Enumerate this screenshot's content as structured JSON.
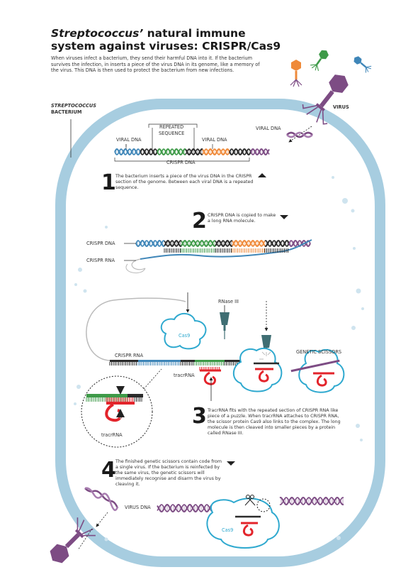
{
  "header": {
    "title_italic": "Streptococcus’",
    "title_rest": " natural immune system against viruses: CRISPR/Cas9",
    "intro": "When viruses infect a bacterium, they send their harmful DNA into it. If the bacterium survives the infection, in inserts a piece of the virus DNA in its genome, like a memory of the virus. This DNA is then used to protect the bacterium from new infections."
  },
  "labels": {
    "bacterium_line1": "STREPTOCOCCUS",
    "bacterium_line2": "BACTERIUM",
    "virus": "VIRUS",
    "repeated_sequence_1": "REPEATED",
    "repeated_sequence_2": "SEQUENCE",
    "viral_dna_left": "VIRAL DNA",
    "viral_dna_right": "VIRAL DNA",
    "viral_dna_incoming": "VIRAL DNA",
    "crispr_dna_bracket": "CRISPR DNA",
    "crispr_dna_row": "CRISPR DNA",
    "crispr_rna_row": "CRISPR RNA",
    "rnase": "RNase III",
    "cas9_top": "Cas9",
    "crispr_rna_complex": "CRISPR RNA",
    "tracrrna_complex": "tracrRNA",
    "tracrrna_zoom": "tracrRNA",
    "genetic_scissors": "GENETIC SCISSORS",
    "virus_dna_step4": "VIRUS DNA",
    "cas9_bottom": "Cas9"
  },
  "steps": [
    {
      "number": "1",
      "text": "The bacterium inserts a piece of the virus DNA in the CRISPR section of the genome. Between each viral DNA is a repeated sequence."
    },
    {
      "number": "2",
      "text": "CRISPR DNA is copied to make a long RNA molecule."
    },
    {
      "number": "3",
      "text": "TracrRNA fits with the repeated section of CRISPR RNA like piece of a puzzle. When tracrRNA attaches to CRISPR RNA, the scissor protein Cas9 also links to the complex. The long molecule is then cleaved into smaller pieces by a protein called RNase III."
    },
    {
      "number": "4",
      "text": "The finished genetic scissors contain code from a single virus. If the bacterium is reinfected by the same virus, the genetic scissors will immediately recognise and disarm the virus by cleaving it."
    }
  ],
  "colors": {
    "membrane": "#9cc6db",
    "cytoplasm": "#ffffff",
    "viral_blue": "#3f86b8",
    "viral_green": "#3e9a48",
    "viral_orange": "#ef8a3a",
    "repeat_black": "#2b2b2b",
    "virus_purple": "#7d4c84",
    "tracr_red": "#e3242b",
    "cas9_cyan": "#2fa9cf",
    "rnase_teal": "#3f6e73"
  }
}
